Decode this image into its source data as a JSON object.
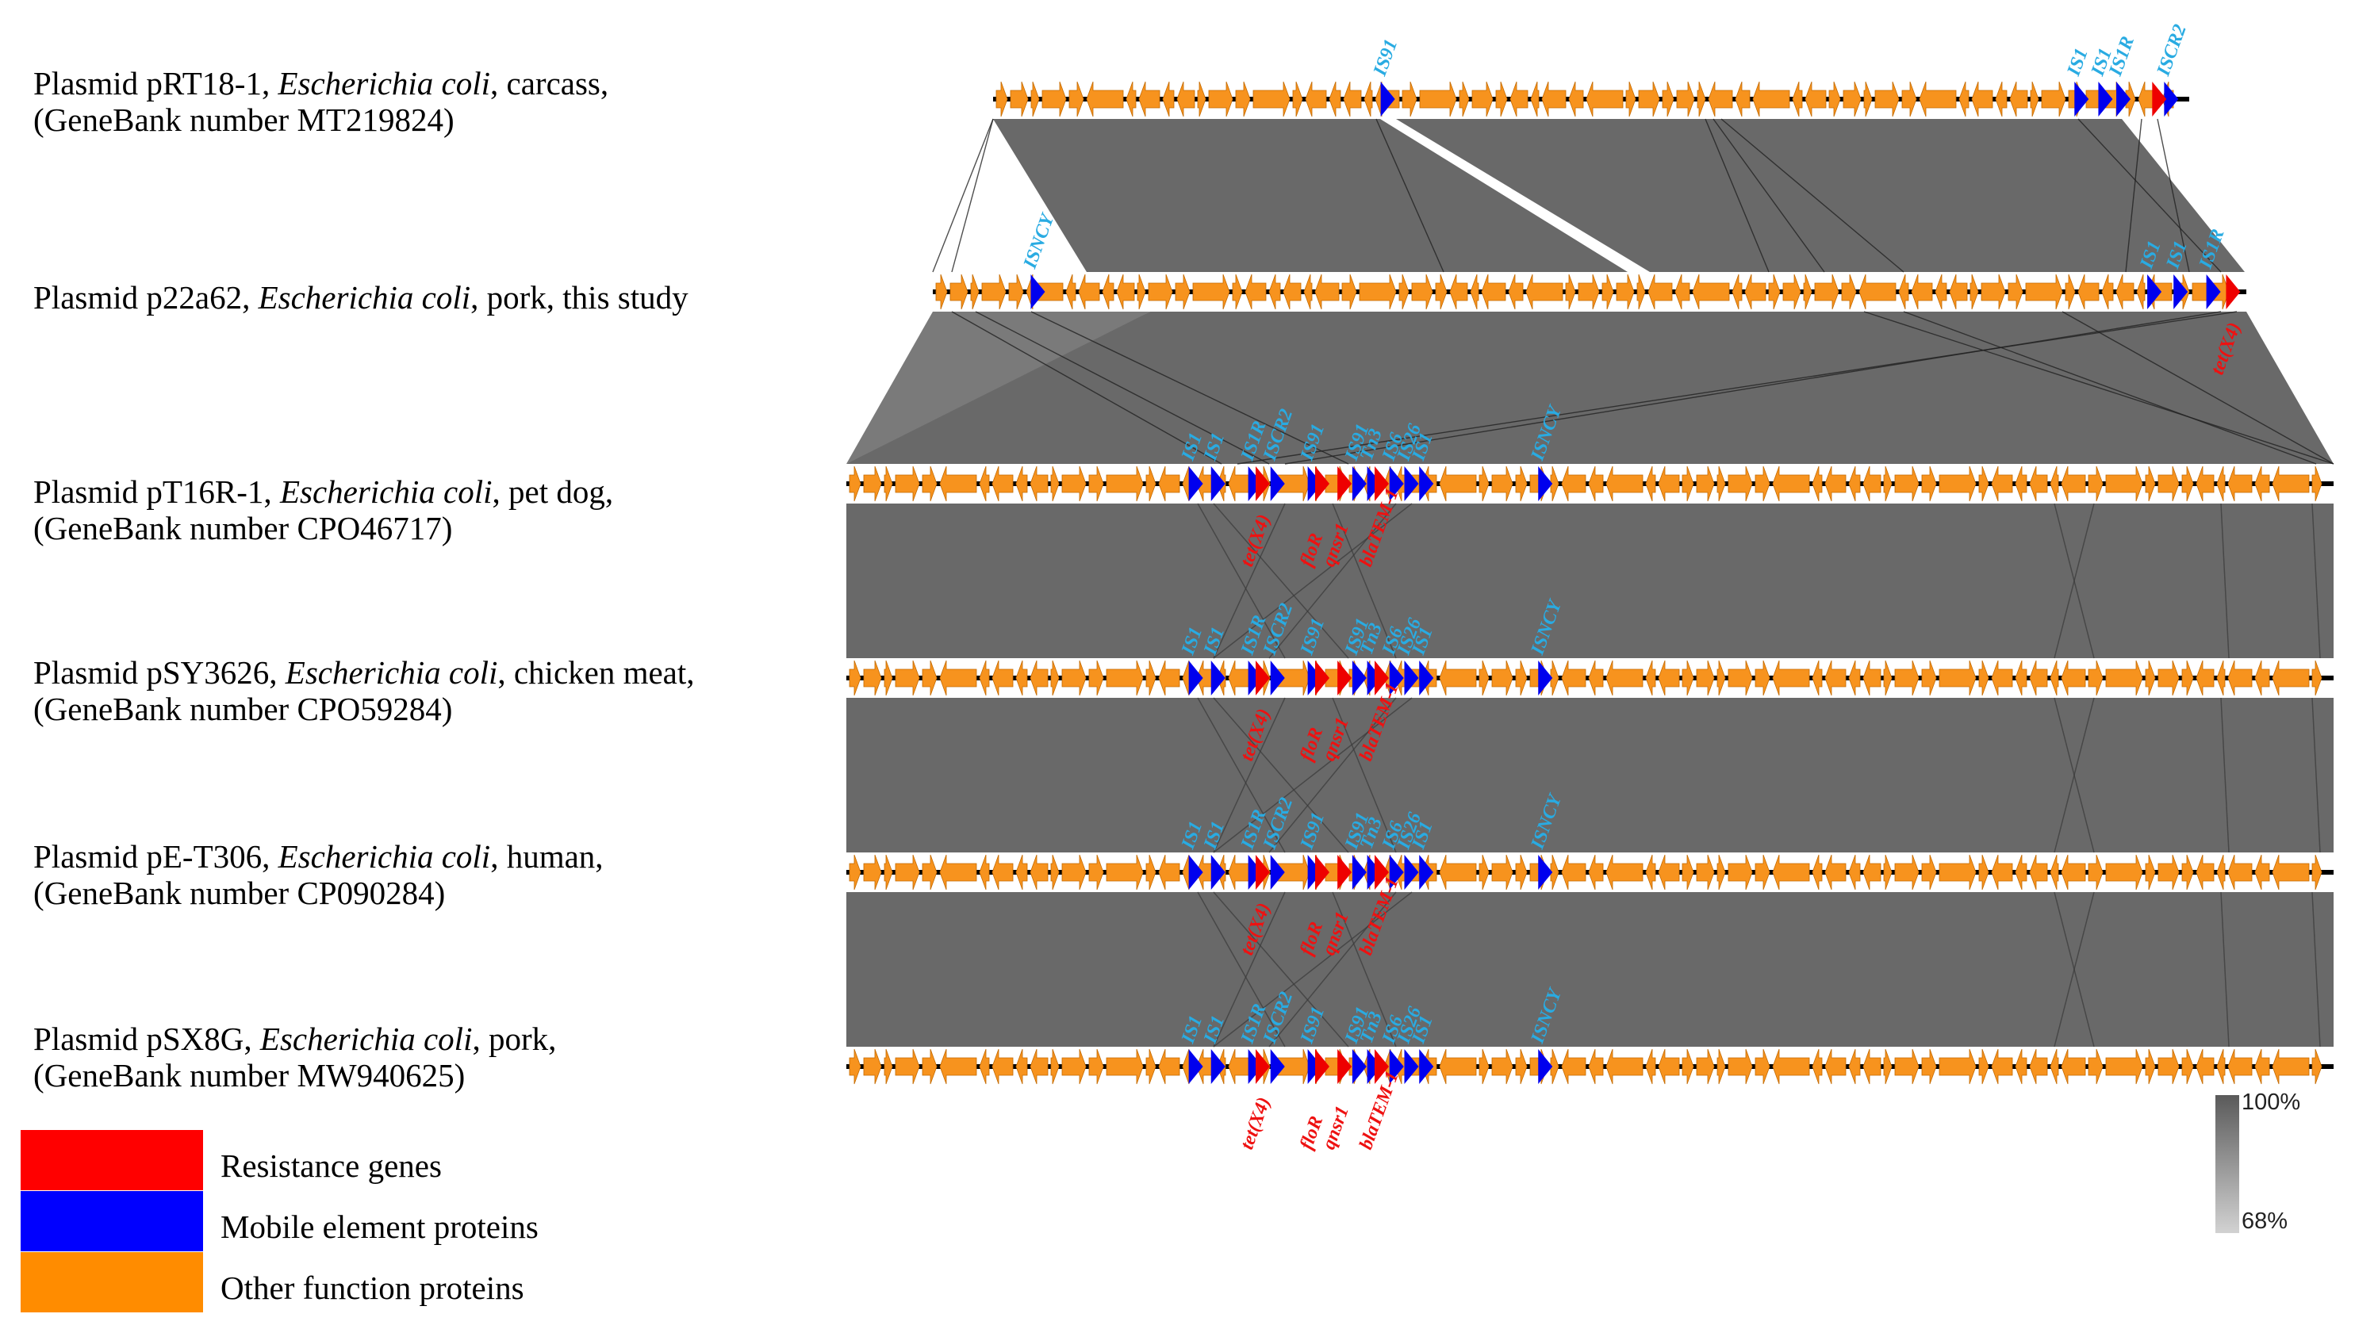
{
  "plasmids": [
    {
      "prefix": "Plasmid pRT18-1,",
      "species": "Escherichia coli",
      "suffix": ", carcass,",
      "line2": "(GeneBank number MT219824)"
    },
    {
      "prefix": "Plasmid p22a62,",
      "species": "Escherichia coli",
      "suffix": ", pork, this study",
      "line2": ""
    },
    {
      "prefix": "Plasmid pT16R-1,",
      "species": "Escherichia coli",
      "suffix": ", pet dog,",
      "line2": "(GeneBank number CPO46717)"
    },
    {
      "prefix": "Plasmid pSY3626,",
      "species": "Escherichia coli",
      "suffix": ", chicken meat,",
      "line2": "(GeneBank number CPO59284)"
    },
    {
      "prefix": "Plasmid pE-T306,",
      "species": "Escherichia coli",
      "suffix": ", human,",
      "line2": "(GeneBank number CP090284)"
    },
    {
      "prefix": "Plasmid pSX8G,",
      "species": "Escherichia coli",
      "suffix": ", pork,",
      "line2": "(GeneBank number MW940625)"
    }
  ],
  "legend": [
    {
      "label": "Resistance genes",
      "color": "#ff0000"
    },
    {
      "label": "Mobile element proteins",
      "color": "#0000ff"
    },
    {
      "label": "Other function proteins",
      "color": "#ff8c00"
    }
  ],
  "colors": {
    "other": "#f7931e",
    "mobile": "#0000ee",
    "resistance": "#ee0000",
    "is_label": "#29abe2",
    "res_label": "#ee1111",
    "homology": "#696969"
  },
  "identity_scale": {
    "max": "100%",
    "min": "68%"
  },
  "tracks": [
    {
      "mobile_labels": [
        "IS91",
        "IS1",
        "IS1",
        "IS1R",
        "ISCR2"
      ],
      "resistance_labels": [],
      "mobile_marks": [
        0.33,
        0.91,
        0.93,
        0.945,
        0.985
      ],
      "resistance_marks": [
        0.975
      ]
    },
    {
      "mobile_labels": [
        "ISNCY",
        "IS1",
        "IS1",
        "IS1R"
      ],
      "resistance_labels": [
        "tet(X4)"
      ],
      "mobile_marks": [
        0.08,
        0.93,
        0.95,
        0.975
      ],
      "resistance_marks": [
        0.99
      ]
    },
    {
      "mobile_labels": [
        "IS1",
        "IS1",
        "IS1R",
        "ISCR2",
        "IS91",
        "IS91",
        "Tn3",
        "IS6",
        "IS26",
        "IS1",
        "ISNCY"
      ],
      "resistance_labels": [
        "tet(X4)",
        "floR",
        "qnsr1",
        "blaTEM-1"
      ],
      "mobile_marks": [
        0.235,
        0.25,
        0.275,
        0.29,
        0.315,
        0.345,
        0.355,
        0.37,
        0.38,
        0.39,
        0.47
      ],
      "resistance_marks": [
        0.28,
        0.32,
        0.335,
        0.36
      ]
    },
    {
      "mobile_labels": [
        "IS1",
        "IS1",
        "IS1R",
        "ISCR2",
        "IS91",
        "IS91",
        "Tn3",
        "IS6",
        "IS26",
        "IS1",
        "ISNCY"
      ],
      "resistance_labels": [
        "tet(X4)",
        "floR",
        "qnsr1",
        "blaTEM-1"
      ],
      "mobile_marks": [
        0.235,
        0.25,
        0.275,
        0.29,
        0.315,
        0.345,
        0.355,
        0.37,
        0.38,
        0.39,
        0.47
      ],
      "resistance_marks": [
        0.28,
        0.32,
        0.335,
        0.36
      ]
    },
    {
      "mobile_labels": [
        "IS1",
        "IS1",
        "IS1R",
        "ISCR2",
        "IS91",
        "IS91",
        "Tn3",
        "IS6",
        "IS26",
        "IS1",
        "ISNCY"
      ],
      "resistance_labels": [
        "tet(X4)",
        "floR",
        "qnsr1",
        "blaTEM-1"
      ],
      "mobile_marks": [
        0.235,
        0.25,
        0.275,
        0.29,
        0.315,
        0.345,
        0.355,
        0.37,
        0.38,
        0.39,
        0.47
      ],
      "resistance_marks": [
        0.28,
        0.32,
        0.335,
        0.36
      ]
    },
    {
      "mobile_labels": [
        "IS1",
        "IS1",
        "IS1R",
        "ISCR2",
        "IS91",
        "IS91",
        "Tn3",
        "IS6",
        "IS26",
        "IS1",
        "ISNCY"
      ],
      "resistance_labels": [
        "tet(X4)",
        "floR",
        "qnsr1",
        "blaTEM-1"
      ],
      "mobile_marks": [
        0.235,
        0.25,
        0.275,
        0.29,
        0.315,
        0.345,
        0.355,
        0.37,
        0.38,
        0.39,
        0.47
      ],
      "resistance_marks": [
        0.28,
        0.32,
        0.335,
        0.36
      ]
    }
  ]
}
